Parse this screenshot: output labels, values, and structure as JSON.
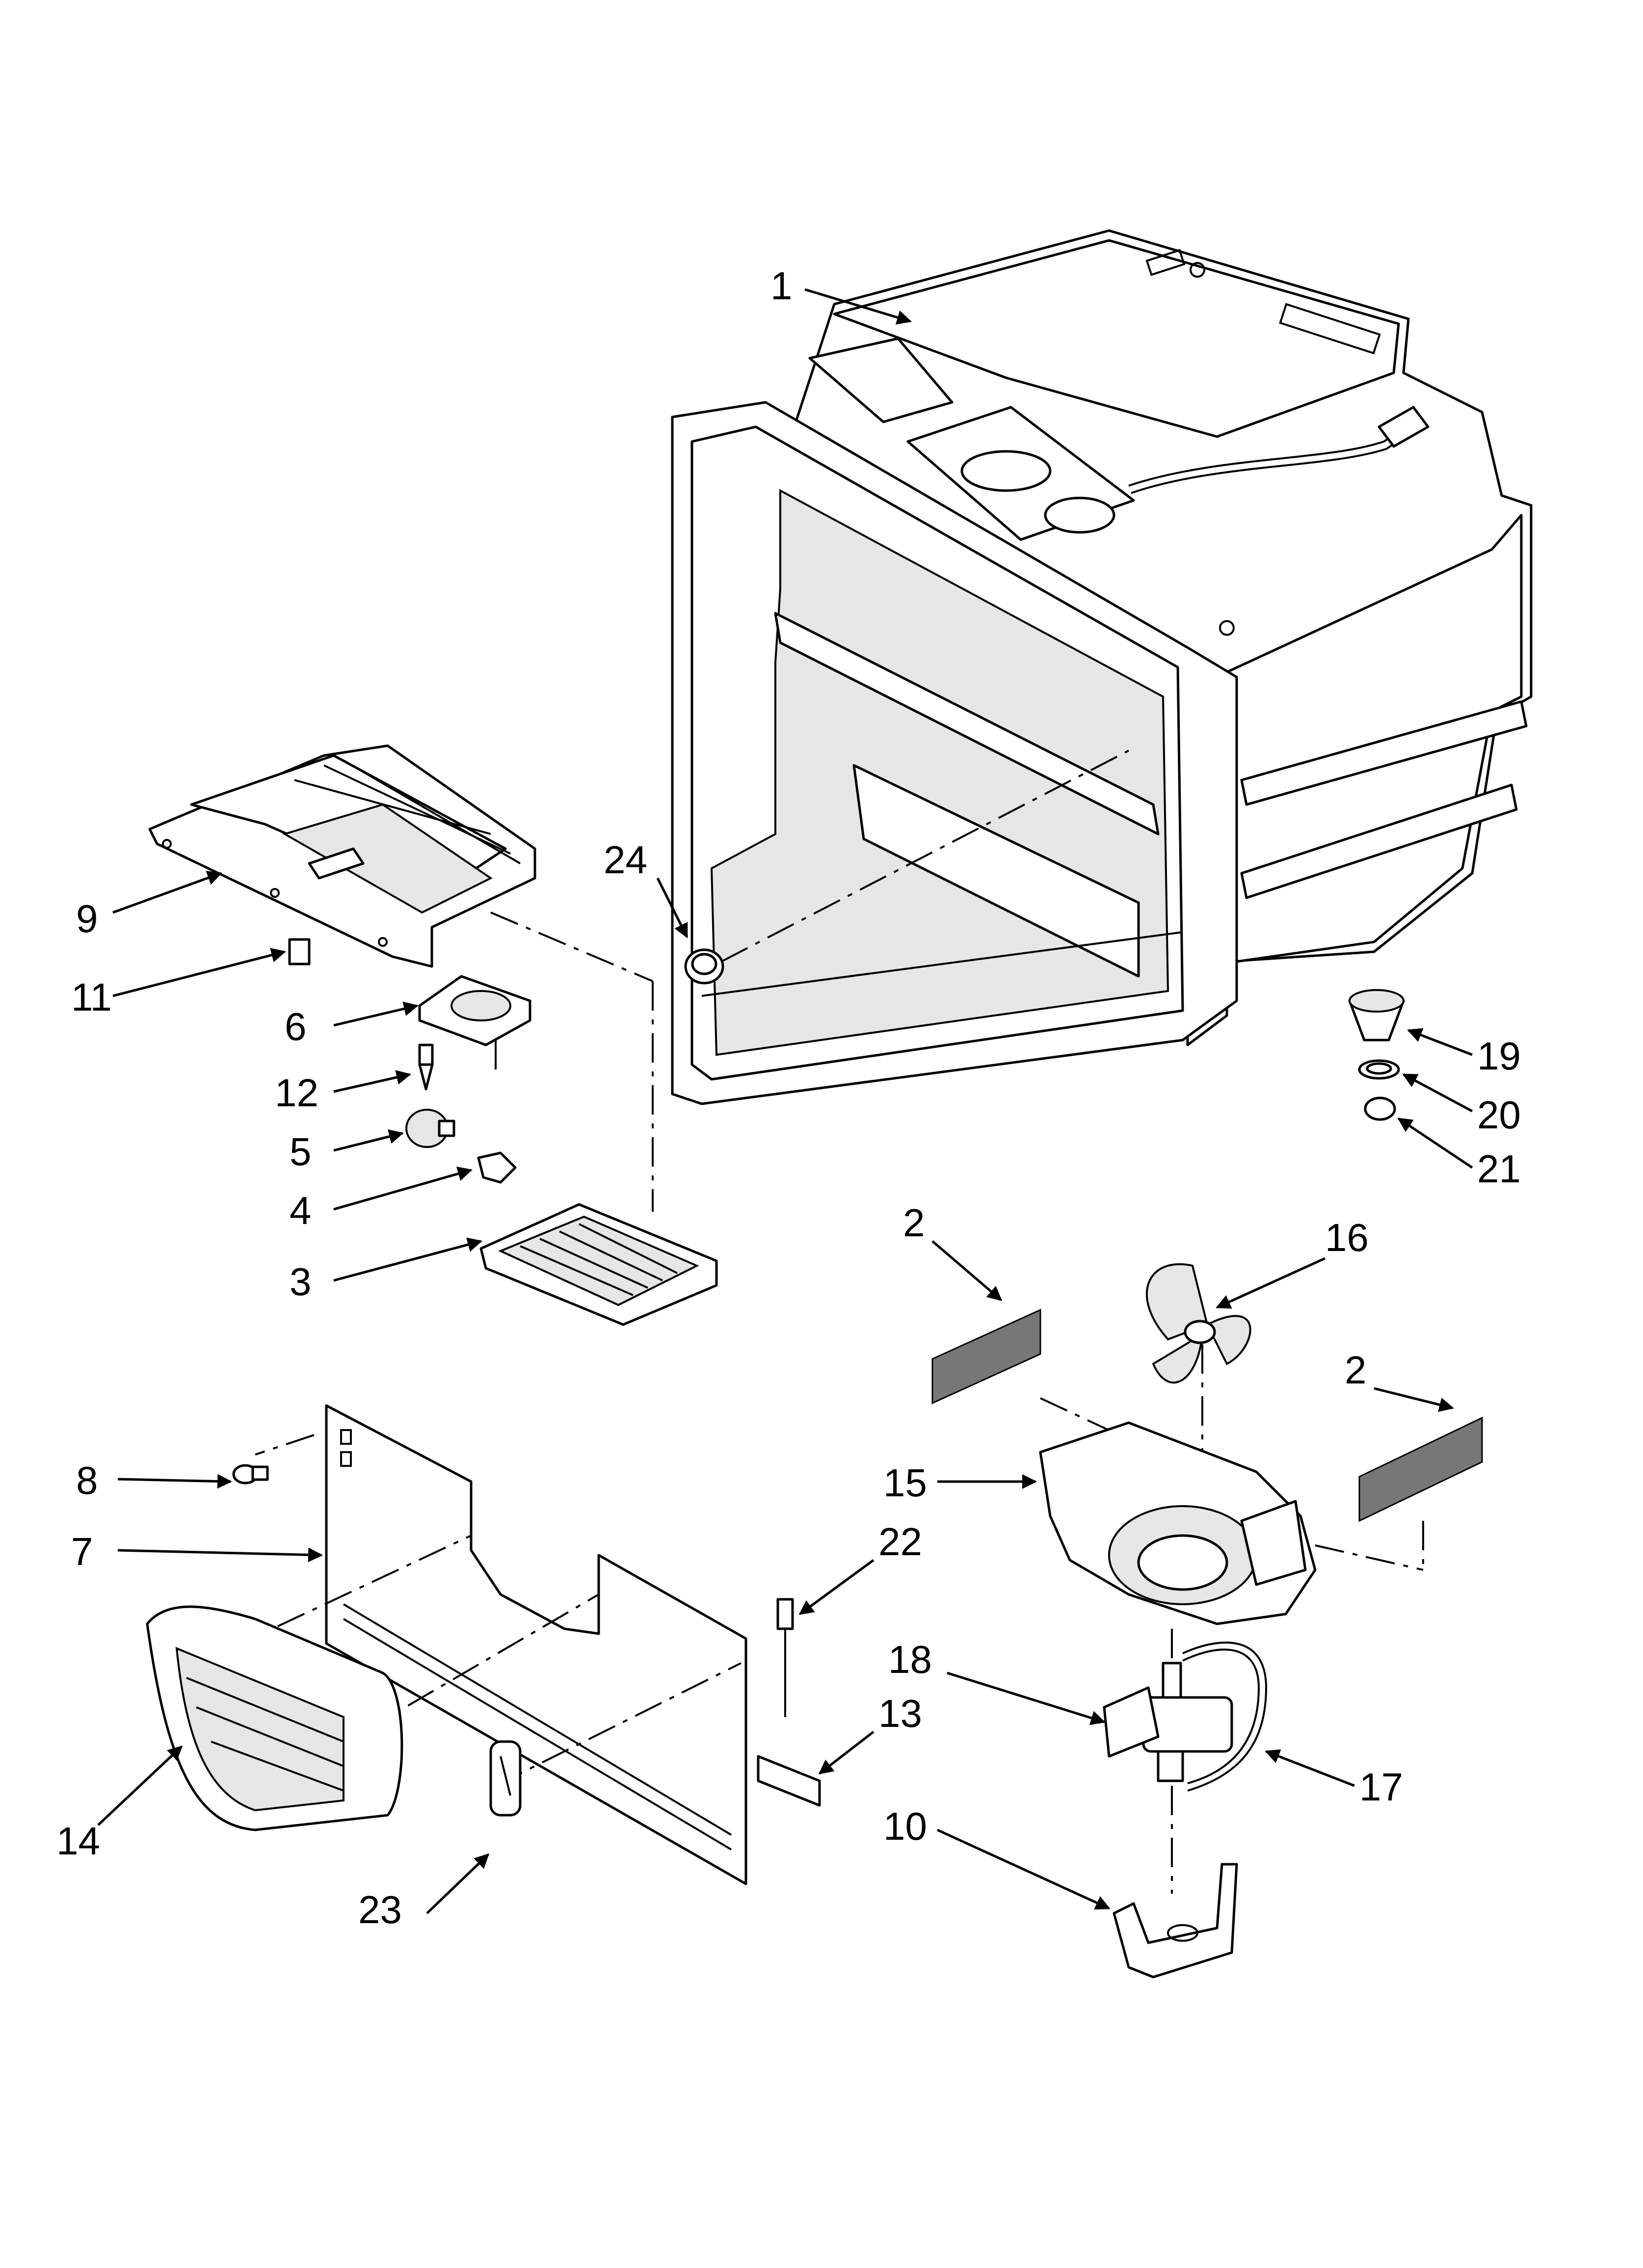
{
  "diagram": {
    "callouts": [
      {
        "id": "c1",
        "label": "1"
      },
      {
        "id": "c2a",
        "label": "2"
      },
      {
        "id": "c2b",
        "label": "2"
      },
      {
        "id": "c3",
        "label": "3"
      },
      {
        "id": "c4",
        "label": "4"
      },
      {
        "id": "c5",
        "label": "5"
      },
      {
        "id": "c6",
        "label": "6"
      },
      {
        "id": "c7",
        "label": "7"
      },
      {
        "id": "c8",
        "label": "8"
      },
      {
        "id": "c9",
        "label": "9"
      },
      {
        "id": "c10",
        "label": "10"
      },
      {
        "id": "c11",
        "label": "11"
      },
      {
        "id": "c12",
        "label": "12"
      },
      {
        "id": "c13",
        "label": "13"
      },
      {
        "id": "c14",
        "label": "14"
      },
      {
        "id": "c15",
        "label": "15"
      },
      {
        "id": "c16",
        "label": "16"
      },
      {
        "id": "c17",
        "label": "17"
      },
      {
        "id": "c18",
        "label": "18"
      },
      {
        "id": "c19",
        "label": "19"
      },
      {
        "id": "c20",
        "label": "20"
      },
      {
        "id": "c21",
        "label": "21"
      },
      {
        "id": "c22",
        "label": "22"
      },
      {
        "id": "c23",
        "label": "23"
      },
      {
        "id": "c24",
        "label": "24"
      }
    ]
  }
}
